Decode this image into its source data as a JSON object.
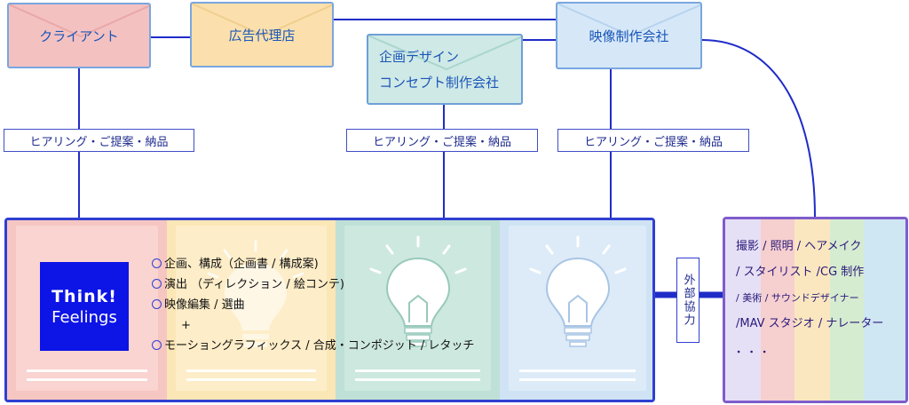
{
  "orgs": {
    "client": "クライアント",
    "agency": "広告代理店",
    "video": "映像制作会社",
    "design_line1": "企画デザイン",
    "design_line2": "コンセプト制作会社"
  },
  "tags": {
    "hearing": "ヒアリング・ご提案・納品"
  },
  "logo": {
    "line1": "Think!",
    "line2": "Feelings"
  },
  "services": [
    "企画、構成（企画書 / 構成案)",
    "演出 （ディレクション / 絵コンテ)",
    "映像編集 / 選曲",
    "+",
    "モーショングラフィックス / 合成・コンポジット / レタッチ"
  ],
  "external": "外部協力",
  "partners": [
    "撮影 / 照明 / ヘアメイク",
    "/ スタイリスト /CG 制作",
    "/ 美術 / サウンドデザイナー",
    "/MAV スタジオ / ナレーター",
    "．．．"
  ],
  "colors": {
    "line": "#1f2cc7",
    "accent": "#0d14e6",
    "partner_border": "#7f5ccc"
  }
}
